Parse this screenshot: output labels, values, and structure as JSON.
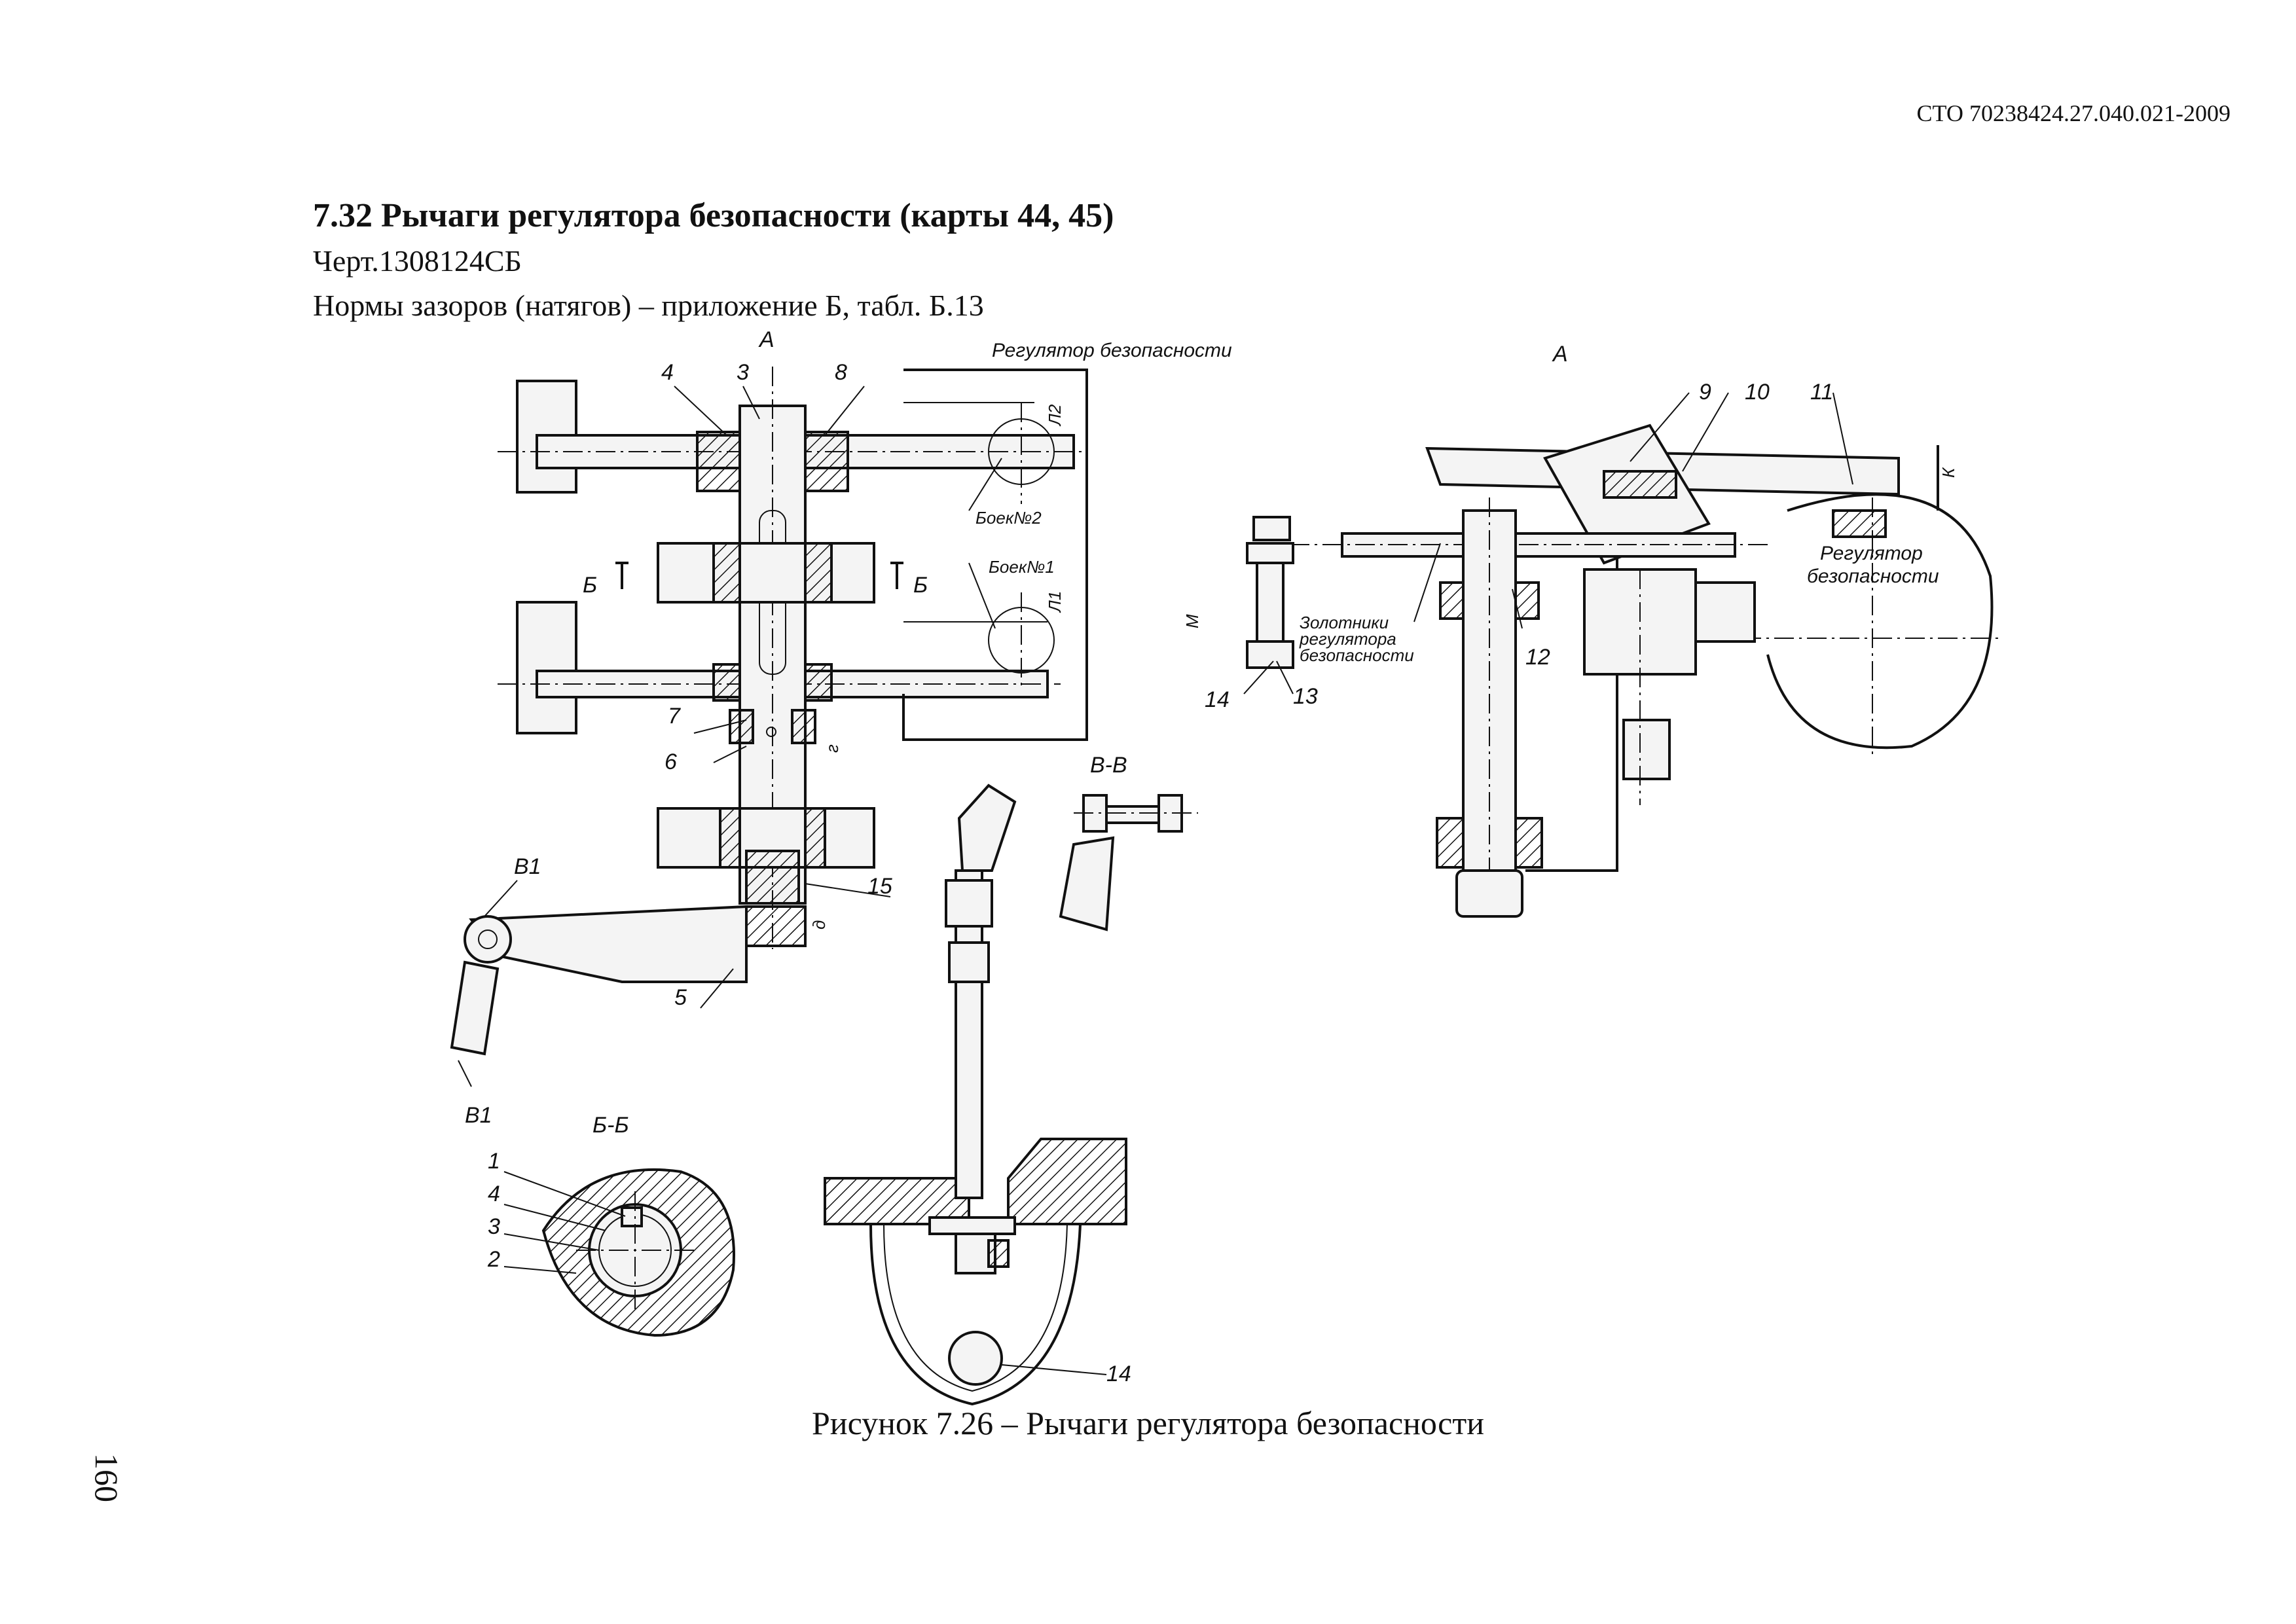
{
  "header": {
    "doc_code": "СТО 70238424.27.040.021-2009"
  },
  "section": {
    "title": "7.32 Рычаги регулятора безопасности (карты 44, 45)",
    "drawing": "Черт.1308124СБ",
    "norms": "Нормы зазоров (натягов) – приложение Б, табл. Б.13"
  },
  "figure": {
    "caption": "Рисунок 7.26 – Рычаги регулятора безопасности",
    "labels": {
      "view_a_left": "А",
      "view_a_right": "А",
      "n1": "1",
      "n2": "2",
      "n3": "3",
      "n4": "4",
      "n5": "5",
      "n6": "6",
      "n7": "7",
      "n8": "8",
      "n9": "9",
      "n10": "10",
      "n11": "11",
      "n12": "12",
      "n13": "13",
      "n14a": "14",
      "n14b": "14",
      "n15": "15",
      "n1_bb": "1",
      "n2_bb": "2",
      "n3_bb": "3",
      "n4_bb": "4",
      "n3_top": "3",
      "n4_top": "4",
      "regulator_top": "Регулятор безопасности",
      "regulator_right_1": "Регулятор",
      "regulator_right_2": "безопасности",
      "striker2": "Боек№2",
      "striker1": "Боек№1",
      "l2": "Л2",
      "l1": "Л1",
      "g": "г",
      "d": "д",
      "m": "М",
      "k": "К",
      "section_b_left": "Б",
      "section_b_right": "Б",
      "section_bb": "Б-Б",
      "v1_top": "В1",
      "v1_bottom": "В1",
      "section_vv": "В-В",
      "spools_1": "Золотники",
      "spools_2": "регулятора",
      "spools_3": "безопасности"
    }
  },
  "page_number": "160"
}
